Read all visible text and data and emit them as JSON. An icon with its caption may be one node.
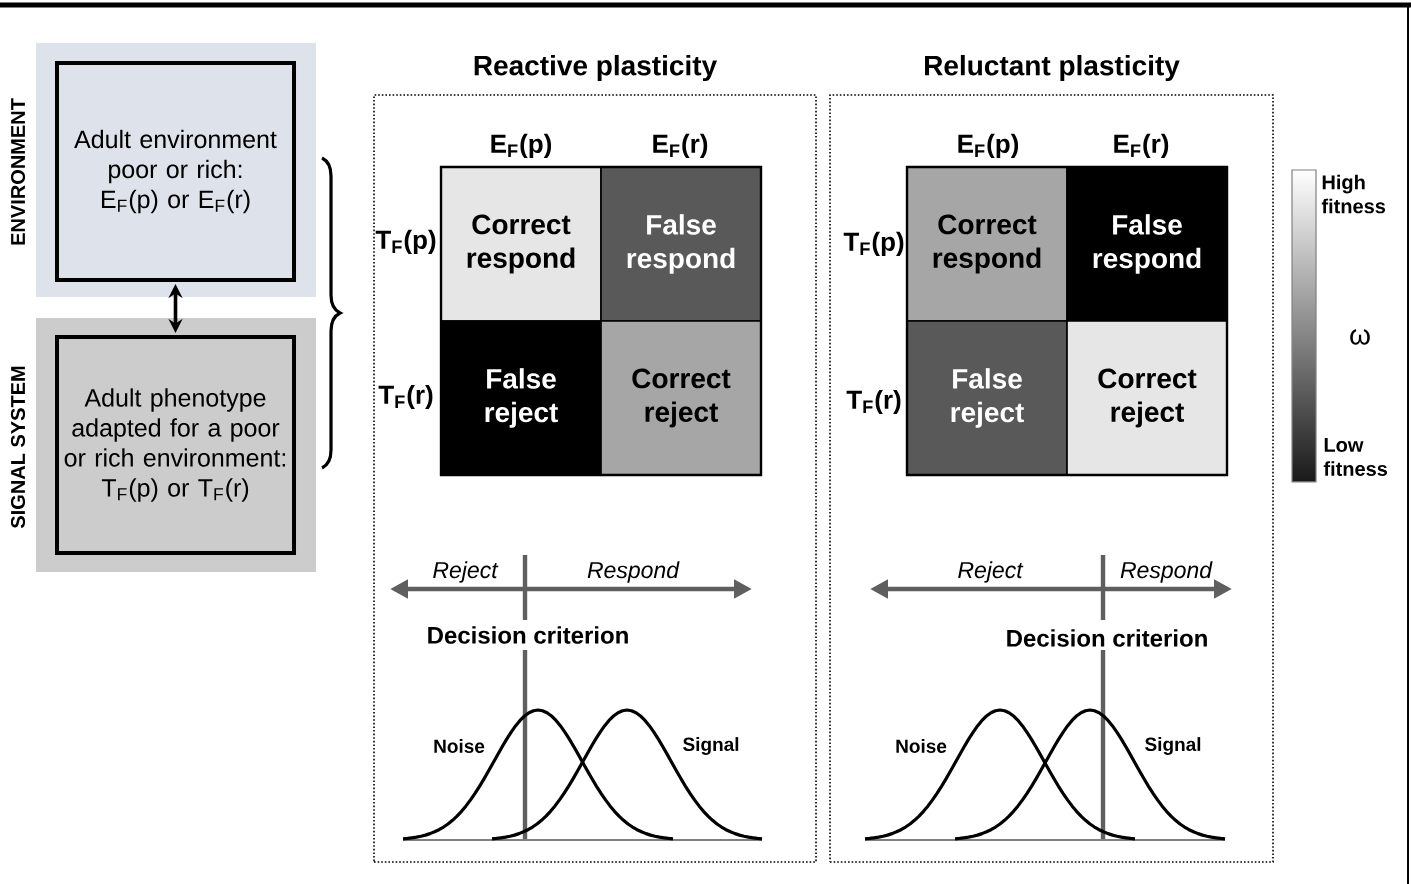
{
  "diagram": {
    "nodes": [
      {
        "text": [
          "ENVIRONMENT"
        ]
      },
      {
        "text": [
          "Adult environment poor or rich: E$_{F}$(p) or E$_{F}$(r)"
        ],
        "in": 0
      },
      {
        "text": [
          "SIGNAL SYSTEM"
        ]
      },
      {
        "text": [
          "Adult phenotype adapted for a poor or rich environment: T$_{F}$(p) or T$_{F}$(r)"
        ],
        "in": 2
      },
      {
        "text": [
          "Reactive plasticity"
        ]
      },
      {
        "text": [
          "Correct respond"
        ],
        "in": 4
      },
      {
        "text": [
          "False respond"
        ],
        "in": 4
      },
      {
        "text": [
          "False reject"
        ],
        "in": 4
      },
      {
        "text": [
          "Correct reject"
        ],
        "in": 4
      },
      {
        "text": [
          "Reluctant plasticity"
        ]
      },
      {
        "text": [
          "Correct respond"
        ],
        "in": 9
      },
      {
        "text": [
          "False respond"
        ],
        "in": 9
      },
      {
        "text": [
          "False reject"
        ],
        "in": 9
      },
      {
        "text": [
          "Correct reject"
        ],
        "in": 9
      }
    ],
    "edges": [
      {
        "from": 1,
        "to": 3,
        "arrow": "both"
      }
    ],
    "labels": [
      "E$_{F}$(p)",
      "E$_{F}$(r)",
      "T$_{F}$(p)",
      "T$_{F}$(r)",
      "Reject",
      "Respond",
      "Decision criterion",
      "Noise",
      "Signal",
      "E$_{F}$(p)",
      "E$_{F}$(r)",
      "T$_{F}$(p)",
      "T$_{F}$(r)",
      "Reject",
      "Respond",
      "Decision criterion",
      "Noise",
      "Signal",
      "High fitness",
      "ω",
      "Low fitness"
    ]
  }
}
